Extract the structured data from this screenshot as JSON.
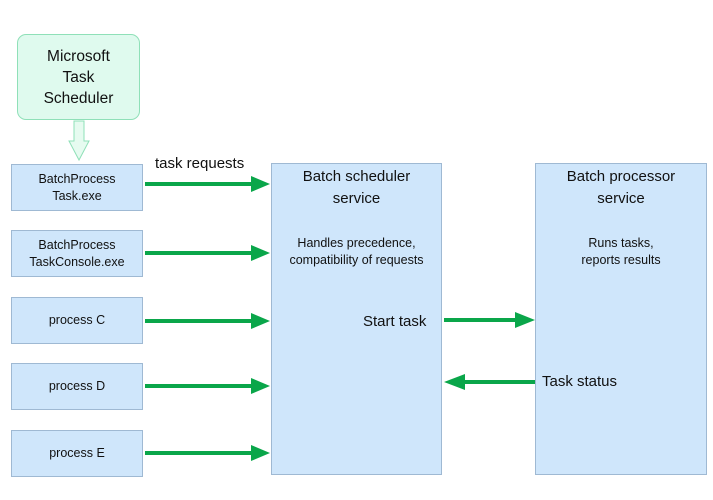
{
  "scheduler_box": {
    "label": "Microsoft\nTask\nScheduler"
  },
  "sources": [
    {
      "label": "BatchProcess\nTask.exe"
    },
    {
      "label": "BatchProcess\nTaskConsole.exe"
    },
    {
      "label": "process C"
    },
    {
      "label": "process D"
    },
    {
      "label": "process E"
    }
  ],
  "task_requests_label": "task requests",
  "batch_scheduler": {
    "title": "Batch scheduler\nservice",
    "description": "Handles precedence,\ncompatibility of requests",
    "start_task_label": "Start task"
  },
  "batch_processor": {
    "title": "Batch processor\nservice",
    "description": "Runs tasks,\nreports results"
  },
  "task_status_label": "Task status",
  "colors": {
    "arrow": "#0aa64a",
    "box_fill": "#cfe6fb",
    "box_border": "#9fb9d3",
    "green_fill": "#dffaee",
    "green_border": "#8fe0b8"
  }
}
